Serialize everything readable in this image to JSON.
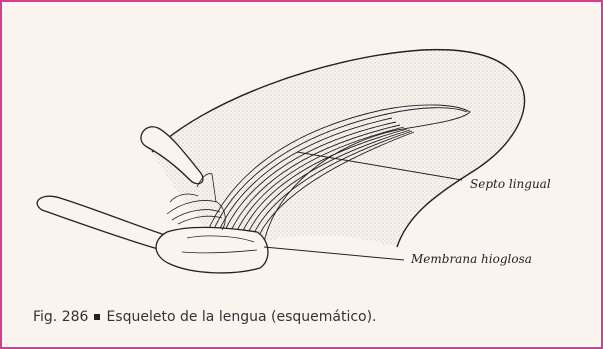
{
  "figure": {
    "labels": {
      "septo": "Septo lingual",
      "membrana": "Membrana hioglosa"
    },
    "caption": {
      "number": "Fig. 286",
      "text": "Esqueleto de la lengua (esquemático)."
    },
    "colors": {
      "frame": "#d63d8f",
      "background": "#fbf4ee",
      "ink": "#222222"
    }
  }
}
